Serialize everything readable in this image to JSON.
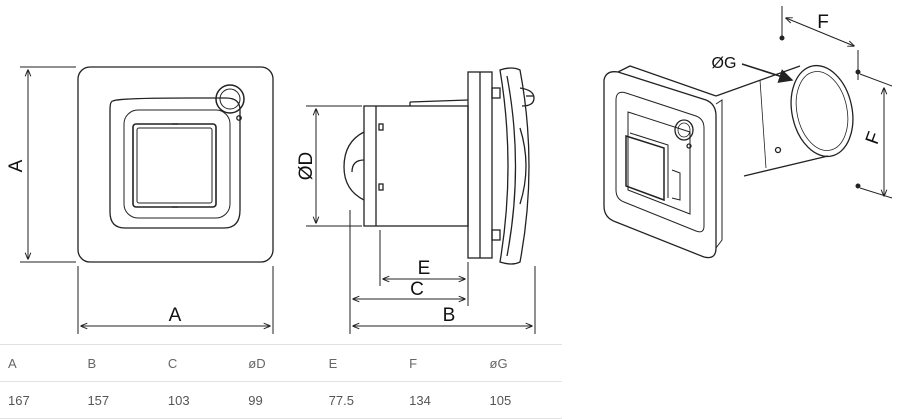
{
  "drawing_labels": {
    "front_height": "A",
    "front_width": "A",
    "side_diameter": "ØD",
    "side_e": "E",
    "side_c": "C",
    "side_b": "B",
    "iso_f_top": "F",
    "iso_f_right": "F",
    "iso_g": "ØG"
  },
  "table": {
    "headers": [
      "A",
      "B",
      "C",
      "øD",
      "E",
      "F",
      "øG"
    ],
    "values": [
      "167",
      "157",
      "103",
      "99",
      "77.5",
      "134",
      "105"
    ]
  }
}
